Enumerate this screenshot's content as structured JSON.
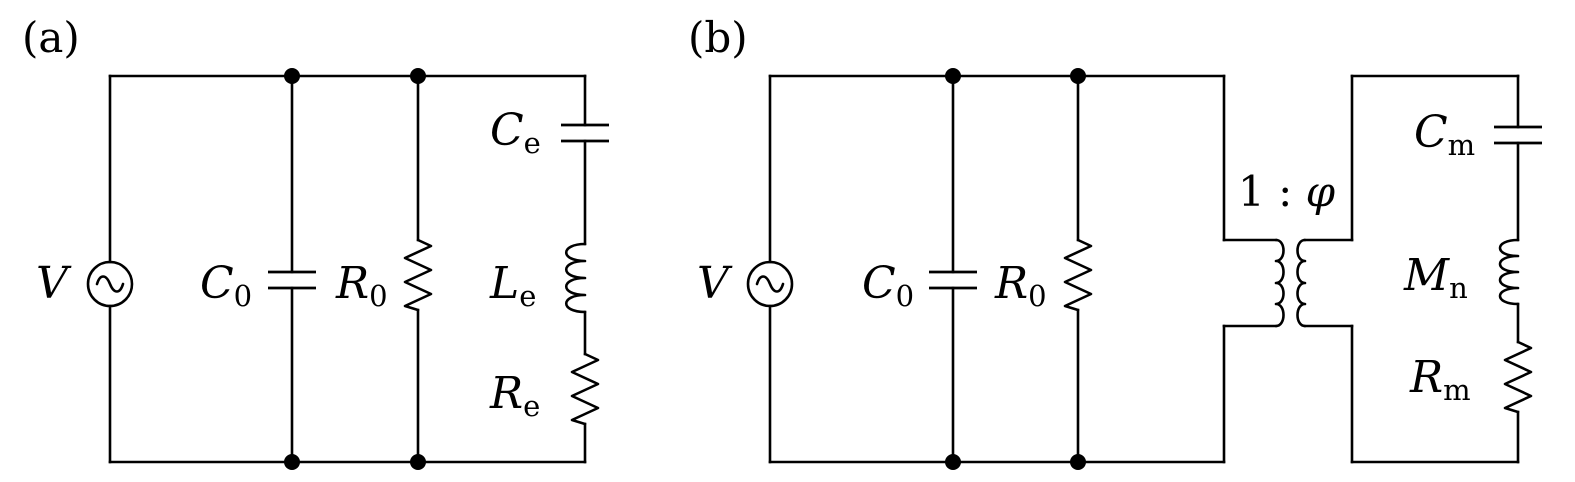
{
  "panel_a": {
    "tag": "(a)",
    "source": {
      "symbol": "V"
    },
    "c0": {
      "symbol": "C",
      "sub": "0"
    },
    "r0": {
      "symbol": "R",
      "sub": "0"
    },
    "ce": {
      "symbol": "C",
      "sub": "e"
    },
    "le": {
      "symbol": "L",
      "sub": "e"
    },
    "re": {
      "symbol": "R",
      "sub": "e"
    }
  },
  "panel_b": {
    "tag": "(b)",
    "source": {
      "symbol": "V"
    },
    "c0": {
      "symbol": "C",
      "sub": "0"
    },
    "r0": {
      "symbol": "R",
      "sub": "0"
    },
    "transformer": {
      "ratio_left": "1",
      "ratio_sep": " : ",
      "ratio_right": "φ"
    },
    "cm": {
      "symbol": "C",
      "sub": "m"
    },
    "mn": {
      "symbol": "M",
      "sub": "n"
    },
    "rm": {
      "symbol": "R",
      "sub": "m"
    }
  }
}
